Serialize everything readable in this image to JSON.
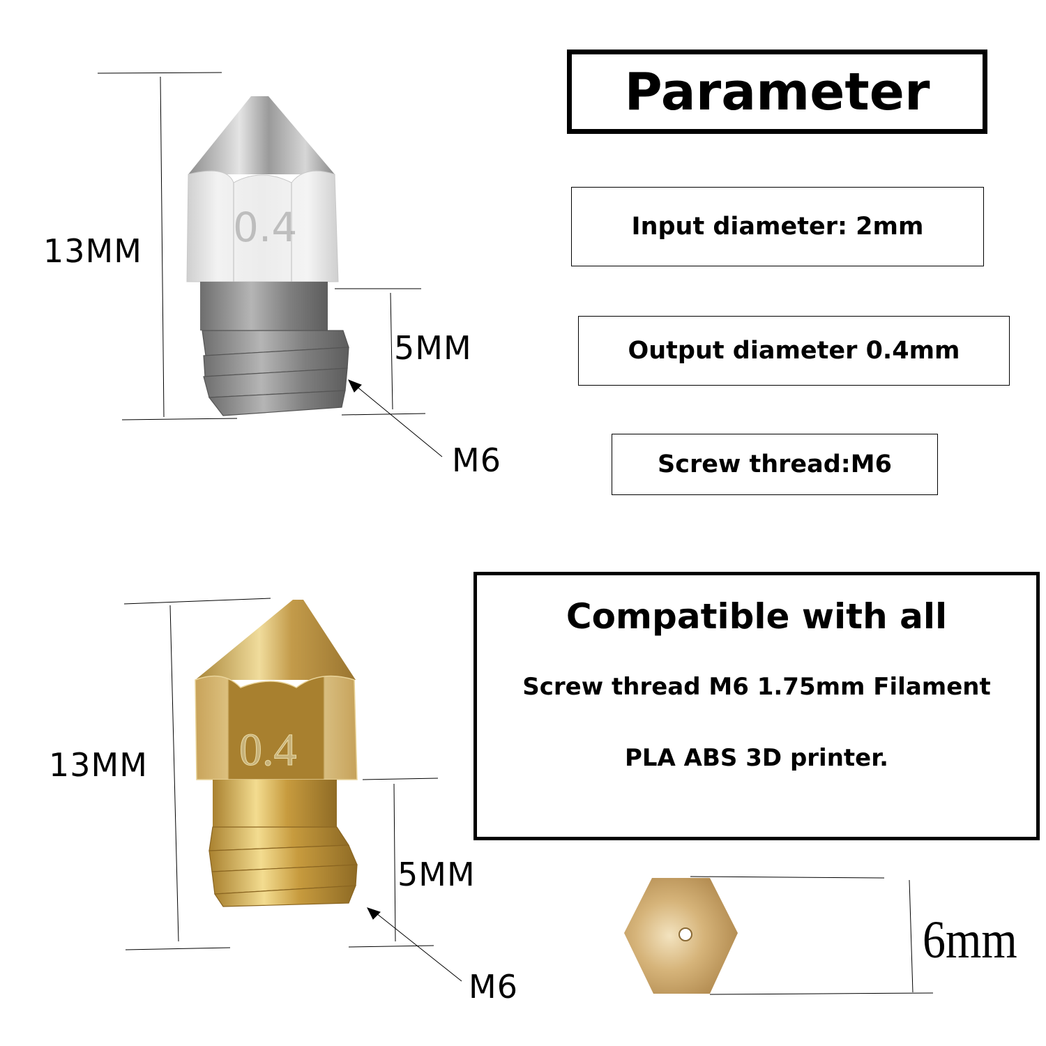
{
  "parameter_panel": {
    "title": "Parameter",
    "specs": [
      {
        "label": "Input diameter: 2mm"
      },
      {
        "label": "Output diameter 0.4mm"
      },
      {
        "label": "Screw thread:M6"
      }
    ]
  },
  "compatibility_panel": {
    "title": "Compatible with all",
    "lines": [
      "Screw thread M6 1.75mm Filament",
      "PLA ABS 3D printer."
    ]
  },
  "steel_nozzle": {
    "engraving": "0.4",
    "total_length": "13MM",
    "thread_length": "5MM",
    "thread_type": "M6",
    "colors": {
      "light": "#e6e6e6",
      "mid": "#b9b9b9",
      "dark": "#6f6f6f",
      "thread": "#8a8a8a"
    }
  },
  "brass_nozzle": {
    "engraving": "0.4",
    "total_length": "13MM",
    "thread_length": "5MM",
    "thread_type": "M6",
    "colors": {
      "light": "#e8cf8a",
      "mid": "#c9a556",
      "dark": "#9a7530",
      "face": "#a8802f"
    }
  },
  "hex_end_view": {
    "width_label": "6mm",
    "colors": {
      "light": "#e9d2a4",
      "dark": "#b8935a"
    }
  }
}
